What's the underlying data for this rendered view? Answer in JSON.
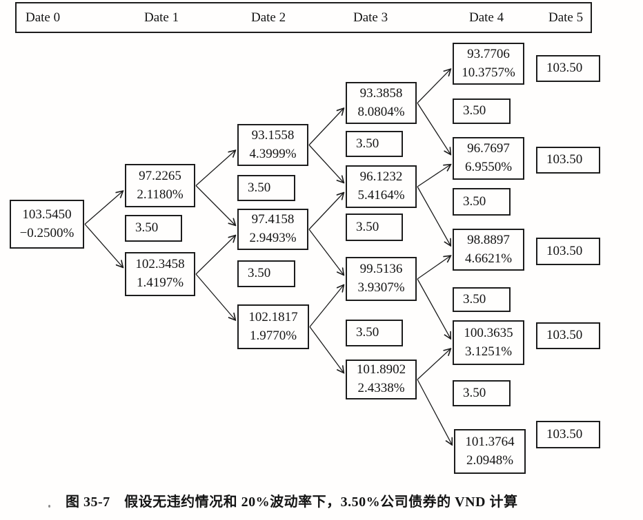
{
  "header": {
    "dates": [
      "Date 0",
      "Date 1",
      "Date 2",
      "Date 3",
      "Date 4",
      "Date 5"
    ]
  },
  "tree": {
    "nodes": [
      {
        "id": "n0",
        "date": 0,
        "lines": [
          "103.5450",
          "−0.2500%"
        ]
      },
      {
        "id": "n1u",
        "date": 1,
        "lines": [
          "97.2265",
          "2.1180%"
        ]
      },
      {
        "id": "c1",
        "date": 1,
        "lines": [
          "3.50"
        ]
      },
      {
        "id": "n1d",
        "date": 1,
        "lines": [
          "102.3458",
          "1.4197%"
        ]
      },
      {
        "id": "n2uu",
        "date": 2,
        "lines": [
          "93.1558",
          "4.3999%"
        ]
      },
      {
        "id": "c2a",
        "date": 2,
        "lines": [
          "3.50"
        ]
      },
      {
        "id": "n2ud",
        "date": 2,
        "lines": [
          "97.4158",
          "2.9493%"
        ]
      },
      {
        "id": "c2b",
        "date": 2,
        "lines": [
          "3.50"
        ]
      },
      {
        "id": "n2dd",
        "date": 2,
        "lines": [
          "102.1817",
          "1.9770%"
        ]
      },
      {
        "id": "n3a",
        "date": 3,
        "lines": [
          "93.3858",
          "8.0804%"
        ]
      },
      {
        "id": "c3a",
        "date": 3,
        "lines": [
          "3.50"
        ]
      },
      {
        "id": "n3b",
        "date": 3,
        "lines": [
          "96.1232",
          "5.4164%"
        ]
      },
      {
        "id": "c3b",
        "date": 3,
        "lines": [
          "3.50"
        ]
      },
      {
        "id": "n3c",
        "date": 3,
        "lines": [
          "99.5136",
          "3.9307%"
        ]
      },
      {
        "id": "c3c",
        "date": 3,
        "lines": [
          "3.50"
        ]
      },
      {
        "id": "n3d",
        "date": 3,
        "lines": [
          "101.8902",
          "2.4338%"
        ]
      },
      {
        "id": "n4a",
        "date": 4,
        "lines": [
          "93.7706",
          "10.3757%"
        ]
      },
      {
        "id": "c4a",
        "date": 4,
        "lines": [
          "3.50"
        ]
      },
      {
        "id": "n4b",
        "date": 4,
        "lines": [
          "96.7697",
          "6.9550%"
        ]
      },
      {
        "id": "c4b",
        "date": 4,
        "lines": [
          "3.50"
        ]
      },
      {
        "id": "n4c",
        "date": 4,
        "lines": [
          "98.8897",
          "4.6621%"
        ]
      },
      {
        "id": "c4c",
        "date": 4,
        "lines": [
          "3.50"
        ]
      },
      {
        "id": "n4d",
        "date": 4,
        "lines": [
          "100.3635",
          "3.1251%"
        ]
      },
      {
        "id": "c4d",
        "date": 4,
        "lines": [
          "3.50"
        ]
      },
      {
        "id": "n4e",
        "date": 4,
        "lines": [
          "101.3764",
          "2.0948%"
        ]
      },
      {
        "id": "m1",
        "date": 5,
        "lines": [
          "103.50"
        ]
      },
      {
        "id": "m2",
        "date": 5,
        "lines": [
          "103.50"
        ]
      },
      {
        "id": "m3",
        "date": 5,
        "lines": [
          "103.50"
        ]
      },
      {
        "id": "m4",
        "date": 5,
        "lines": [
          "103.50"
        ]
      },
      {
        "id": "m5",
        "date": 5,
        "lines": [
          "103.50"
        ]
      }
    ],
    "edges": [
      {
        "from": "n0",
        "to": "n1u"
      },
      {
        "from": "n0",
        "to": "n1d"
      },
      {
        "from": "n1u",
        "to": "n2uu"
      },
      {
        "from": "n1u",
        "to": "n2ud"
      },
      {
        "from": "n1d",
        "to": "n2ud"
      },
      {
        "from": "n1d",
        "to": "n2dd"
      },
      {
        "from": "n2uu",
        "to": "n3a"
      },
      {
        "from": "n2uu",
        "to": "n3b"
      },
      {
        "from": "n2ud",
        "to": "n3b"
      },
      {
        "from": "n2ud",
        "to": "n3c"
      },
      {
        "from": "n2dd",
        "to": "n3c"
      },
      {
        "from": "n2dd",
        "to": "n3d"
      },
      {
        "from": "n3a",
        "to": "n4a"
      },
      {
        "from": "n3a",
        "to": "n4b"
      },
      {
        "from": "n3b",
        "to": "n4b"
      },
      {
        "from": "n3b",
        "to": "n4c"
      },
      {
        "from": "n3c",
        "to": "n4c"
      },
      {
        "from": "n3c",
        "to": "n4d"
      },
      {
        "from": "n3d",
        "to": "n4d"
      },
      {
        "from": "n3d",
        "to": "n4e"
      }
    ]
  },
  "caption": {
    "text": "图 35-7　假设无违约情况和 20%波动率下，3.50%公司债券的 VND 计算"
  },
  "colors": {
    "ink": "#1c1c1c",
    "background": "#fffefd"
  }
}
